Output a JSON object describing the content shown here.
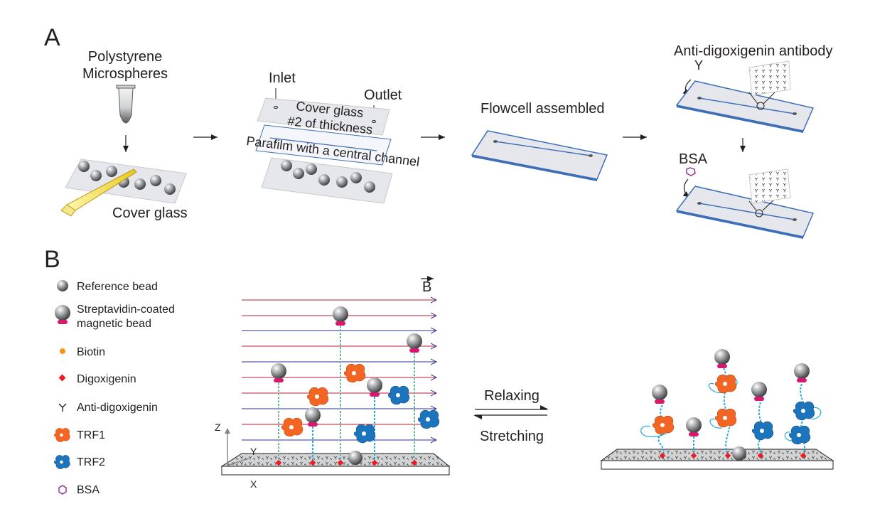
{
  "panel_a": {
    "letter": "A",
    "step1": {
      "tube_label_line1": "Polystyrene",
      "tube_label_line2": "Microspheres",
      "glass_label": "Cover glass"
    },
    "step2": {
      "inlet": "Inlet",
      "outlet": "Outlet",
      "top_glass_line1": "Cover glass",
      "top_glass_line2": "#2 of thickness",
      "parafilm": "Parafilm with a central channel"
    },
    "step3": {
      "label": "Flowcell assembled"
    },
    "step4": {
      "antibody": "Anti-digoxigenin antibody",
      "bsa": "BSA"
    }
  },
  "panel_b": {
    "letter": "B",
    "legend": [
      {
        "label": "Reference bead",
        "icon": "reference-bead-icon"
      },
      {
        "label": "Streptavidin-coated",
        "label2": "magnetic bead",
        "icon": "magnetic-bead-icon"
      },
      {
        "label": "Biotin",
        "icon": "biotin-icon"
      },
      {
        "label": "Digoxigenin",
        "icon": "digoxigenin-icon"
      },
      {
        "label": "Anti-digoxigenin",
        "icon": "anti-digoxigenin-icon"
      },
      {
        "label": "TRF1",
        "icon": "trf1-icon"
      },
      {
        "label": "TRF2",
        "icon": "trf2-icon"
      },
      {
        "label": "BSA",
        "icon": "bsa-icon"
      }
    ],
    "field_label": "B",
    "axes": {
      "z": "Z",
      "y": "Y",
      "x": "X"
    },
    "transition": {
      "top": "Relaxing",
      "bottom": "Stretching"
    }
  },
  "colors": {
    "glass": "#e6e7ec",
    "glass_edge": "#b6b8c0",
    "flowcell_blue": "#3c6fb6",
    "bead_dark": "#6d6e71",
    "streptavidin": "#d6196f",
    "biotin": "#f7941d",
    "digoxigenin": "#ed1c24",
    "trf1": "#f26522",
    "trf2": "#1c75bc",
    "bsa": "#92278f",
    "field_line_red": "#be1e2d",
    "field_line_blue": "#2e3192",
    "dna_blue": "#27aae1",
    "dna_yellow": "#f7d117"
  }
}
